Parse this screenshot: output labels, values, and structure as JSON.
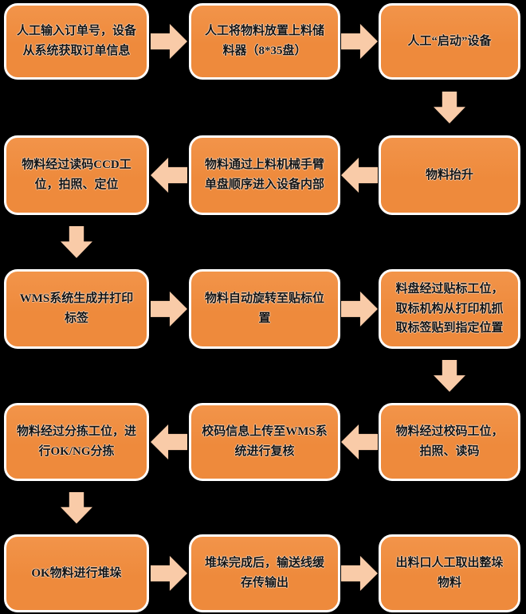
{
  "diagram": {
    "type": "flowchart",
    "direction": "serpentine (rows alternate left-to-right / right-to-left)"
  },
  "colors": {
    "background": "#000000",
    "box_fill": "#ee8a3c",
    "box_fill_light": "#f2944a",
    "box_border": "#ffffff",
    "arrow": "#f9cba8",
    "text": "#141414"
  },
  "nodes": [
    {
      "id": 1,
      "label": "人工输入订单号，设备从系统获取订单信息"
    },
    {
      "id": 2,
      "label": "人工将物料放置上料储料器（8*35盘）"
    },
    {
      "id": 3,
      "label": "人工“启动”设备"
    },
    {
      "id": 4,
      "label": "物料抬升"
    },
    {
      "id": 5,
      "label": "物料通过上料机械手臂单盘顺序进入设备内部"
    },
    {
      "id": 6,
      "label": "物料经过读码CCD工位，拍照、定位"
    },
    {
      "id": 7,
      "label": "WMS系统生成并打印标签"
    },
    {
      "id": 8,
      "label": "物料自动旋转至贴标位置"
    },
    {
      "id": 9,
      "label": "料盘经过贴标工位，取标机构从打印机抓取标签贴到指定位置"
    },
    {
      "id": 10,
      "label": "物料经过校码工位，拍照、读码"
    },
    {
      "id": 11,
      "label": "校码信息上传至WMS系统进行复核"
    },
    {
      "id": 12,
      "label": "物料经过分拣工位，进行OK/NG分拣"
    },
    {
      "id": 13,
      "label": "OK物料进行堆垛"
    },
    {
      "id": 14,
      "label": "堆垛完成后，输送线缓存传输出"
    },
    {
      "id": 15,
      "label": "出料口人工取出整垛物料"
    }
  ],
  "connections": [
    {
      "from": 1,
      "to": 2,
      "direction": "right"
    },
    {
      "from": 2,
      "to": 3,
      "direction": "right"
    },
    {
      "from": 3,
      "to": 4,
      "direction": "down"
    },
    {
      "from": 4,
      "to": 5,
      "direction": "left"
    },
    {
      "from": 5,
      "to": 6,
      "direction": "left"
    },
    {
      "from": 6,
      "to": 7,
      "direction": "down"
    },
    {
      "from": 7,
      "to": 8,
      "direction": "right"
    },
    {
      "from": 8,
      "to": 9,
      "direction": "right"
    },
    {
      "from": 9,
      "to": 10,
      "direction": "down"
    },
    {
      "from": 10,
      "to": 11,
      "direction": "left"
    },
    {
      "from": 11,
      "to": 12,
      "direction": "left"
    },
    {
      "from": 12,
      "to": 13,
      "direction": "down"
    },
    {
      "from": 13,
      "to": 14,
      "direction": "right"
    },
    {
      "from": 14,
      "to": 15,
      "direction": "right"
    }
  ]
}
